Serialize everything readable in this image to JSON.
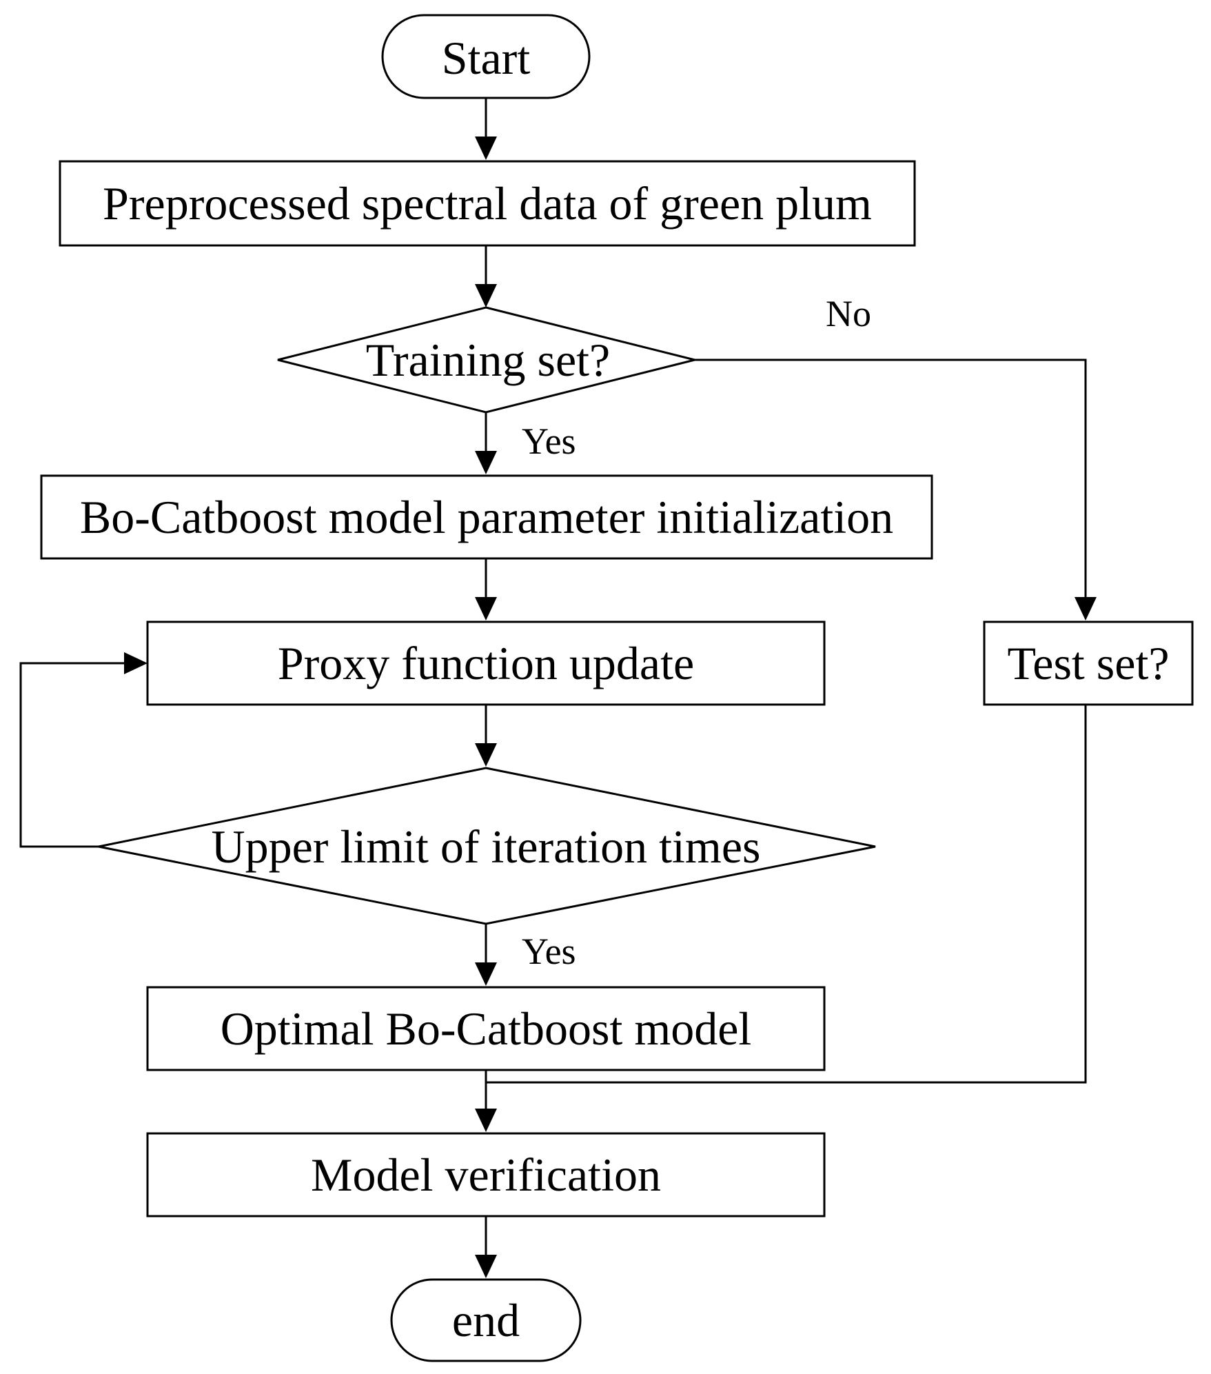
{
  "nodes": {
    "start": {
      "label": "Start",
      "shape": "terminal"
    },
    "preprocessed": {
      "label": "Preprocessed spectral data of green plum",
      "shape": "process"
    },
    "training_set": {
      "label": "Training set?",
      "shape": "decision"
    },
    "init": {
      "label": "Bo-Catboost model parameter initialization",
      "shape": "process"
    },
    "proxy": {
      "label": "Proxy function update",
      "shape": "process"
    },
    "test_set": {
      "label": "Test set?",
      "shape": "process"
    },
    "upper_limit": {
      "label": "Upper limit of iteration times",
      "shape": "decision"
    },
    "optimal": {
      "label": "Optimal Bo-Catboost model",
      "shape": "process"
    },
    "verification": {
      "label": "Model verification",
      "shape": "process"
    },
    "end": {
      "label": "end",
      "shape": "terminal"
    }
  },
  "edges": [
    {
      "from": "start",
      "to": "preprocessed",
      "label": ""
    },
    {
      "from": "preprocessed",
      "to": "training_set",
      "label": ""
    },
    {
      "from": "training_set",
      "to": "init",
      "label": "Yes"
    },
    {
      "from": "training_set",
      "to": "test_set",
      "label": "No"
    },
    {
      "from": "init",
      "to": "proxy",
      "label": ""
    },
    {
      "from": "proxy",
      "to": "upper_limit",
      "label": ""
    },
    {
      "from": "upper_limit",
      "to": "proxy",
      "label": ""
    },
    {
      "from": "upper_limit",
      "to": "optimal",
      "label": "Yes"
    },
    {
      "from": "optimal",
      "to": "verification",
      "label": ""
    },
    {
      "from": "test_set",
      "to": "verification",
      "label": ""
    },
    {
      "from": "verification",
      "to": "end",
      "label": ""
    }
  ],
  "colors": {
    "stroke": "#000000",
    "fill": "#ffffff",
    "text": "#000000"
  }
}
